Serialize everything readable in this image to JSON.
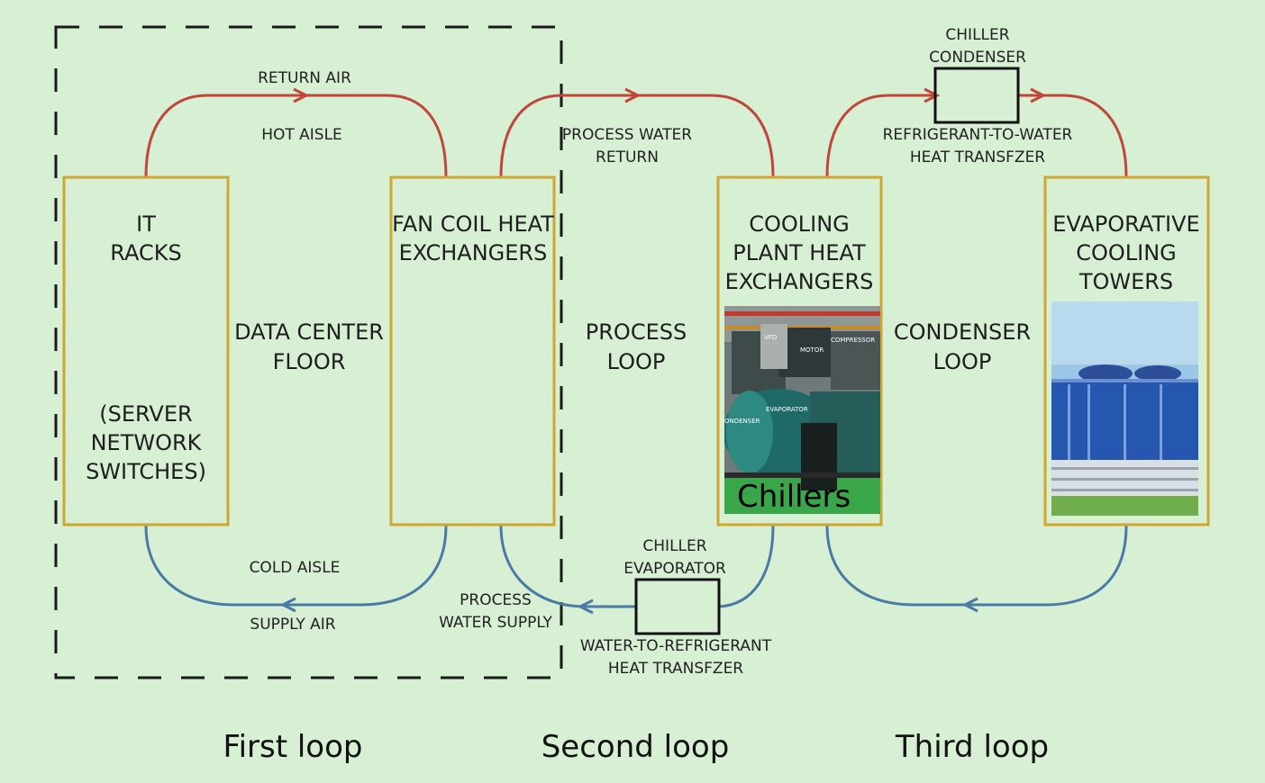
{
  "loops": {
    "first": {
      "label": "First loop",
      "center": "DATA CENTER\nFLOOR"
    },
    "second": {
      "label": "Second loop",
      "center": "PROCESS\nLOOP"
    },
    "third": {
      "label": "Third loop",
      "center": "CONDENSER\nLOOP"
    }
  },
  "boxes": {
    "it_racks": {
      "title": "IT\nRACKS",
      "subtitle": "(SERVER\nNETWORK\nSWITCHES)"
    },
    "fan_coil": {
      "title": "FAN COIL HEAT\nEXCHANGERS"
    },
    "cooling_plant": {
      "title": "COOLING\nPLANT HEAT\nEXCHANGERS",
      "image_caption": "Chillers"
    },
    "towers": {
      "title": "EVAPORATIVE\nCOOLING\nTOWERS"
    }
  },
  "chiller_photo_labels": {
    "vfd": "VFD",
    "motor": "MOTOR",
    "compressor": "COMPRESSOR",
    "evaporator": "EVAPORATOR",
    "condenser": "ONDENSER"
  },
  "labels": {
    "return_air": "RETURN AIR",
    "hot_aisle": "HOT AISLE",
    "cold_aisle": "COLD AISLE",
    "supply_air": "SUPPLY AIR",
    "process_water_return": "PROCESS WATER\nRETURN",
    "process_water_supply": "PROCESS\nWATER SUPPLY",
    "chiller_condenser": "CHILLER\nCONDENSER",
    "chiller_evaporator": "CHILLER\nEVAPORATOR",
    "refrigerant_to_water": "REFRIGERANT-TO-WATER\nHEAT TRANSFZER",
    "water_to_refrigerant": "WATER-TO-REFRIGERANT\nHEAT TRANSFZER"
  },
  "colors": {
    "background": "#d7efd3",
    "hot_line": "#c0463a",
    "cold_line": "#4a7aa6",
    "box_border": "#d0a631"
  }
}
